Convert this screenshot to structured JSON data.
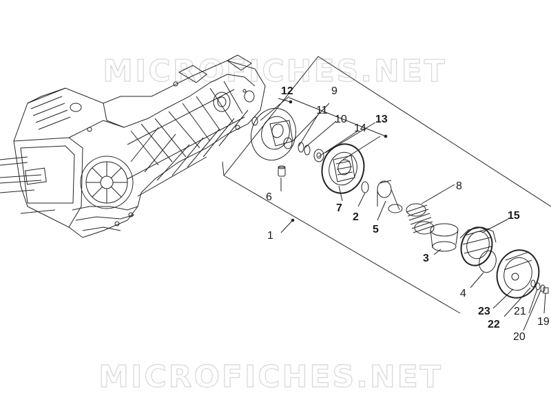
{
  "watermark": {
    "top": "MICROFICHES.NET",
    "bottom": "MICROFICHES.NET"
  },
  "callouts": [
    {
      "id": "1",
      "num": "1"
    },
    {
      "id": "2",
      "num": "2"
    },
    {
      "id": "3",
      "num": "3"
    },
    {
      "id": "4",
      "num": "4"
    },
    {
      "id": "5",
      "num": "5"
    },
    {
      "id": "6",
      "num": "6"
    },
    {
      "id": "7",
      "num": "7"
    },
    {
      "id": "8",
      "num": "8"
    },
    {
      "id": "9",
      "num": "9"
    },
    {
      "id": "10",
      "num": "10"
    },
    {
      "id": "11",
      "num": "11"
    },
    {
      "id": "12",
      "num": "12"
    },
    {
      "id": "13",
      "num": "13"
    },
    {
      "id": "14",
      "num": "14"
    },
    {
      "id": "15",
      "num": "15"
    },
    {
      "id": "19",
      "num": "19"
    },
    {
      "id": "20",
      "num": "20"
    },
    {
      "id": "21",
      "num": "21"
    },
    {
      "id": "22",
      "num": "22"
    },
    {
      "id": "23",
      "num": "23"
    }
  ]
}
